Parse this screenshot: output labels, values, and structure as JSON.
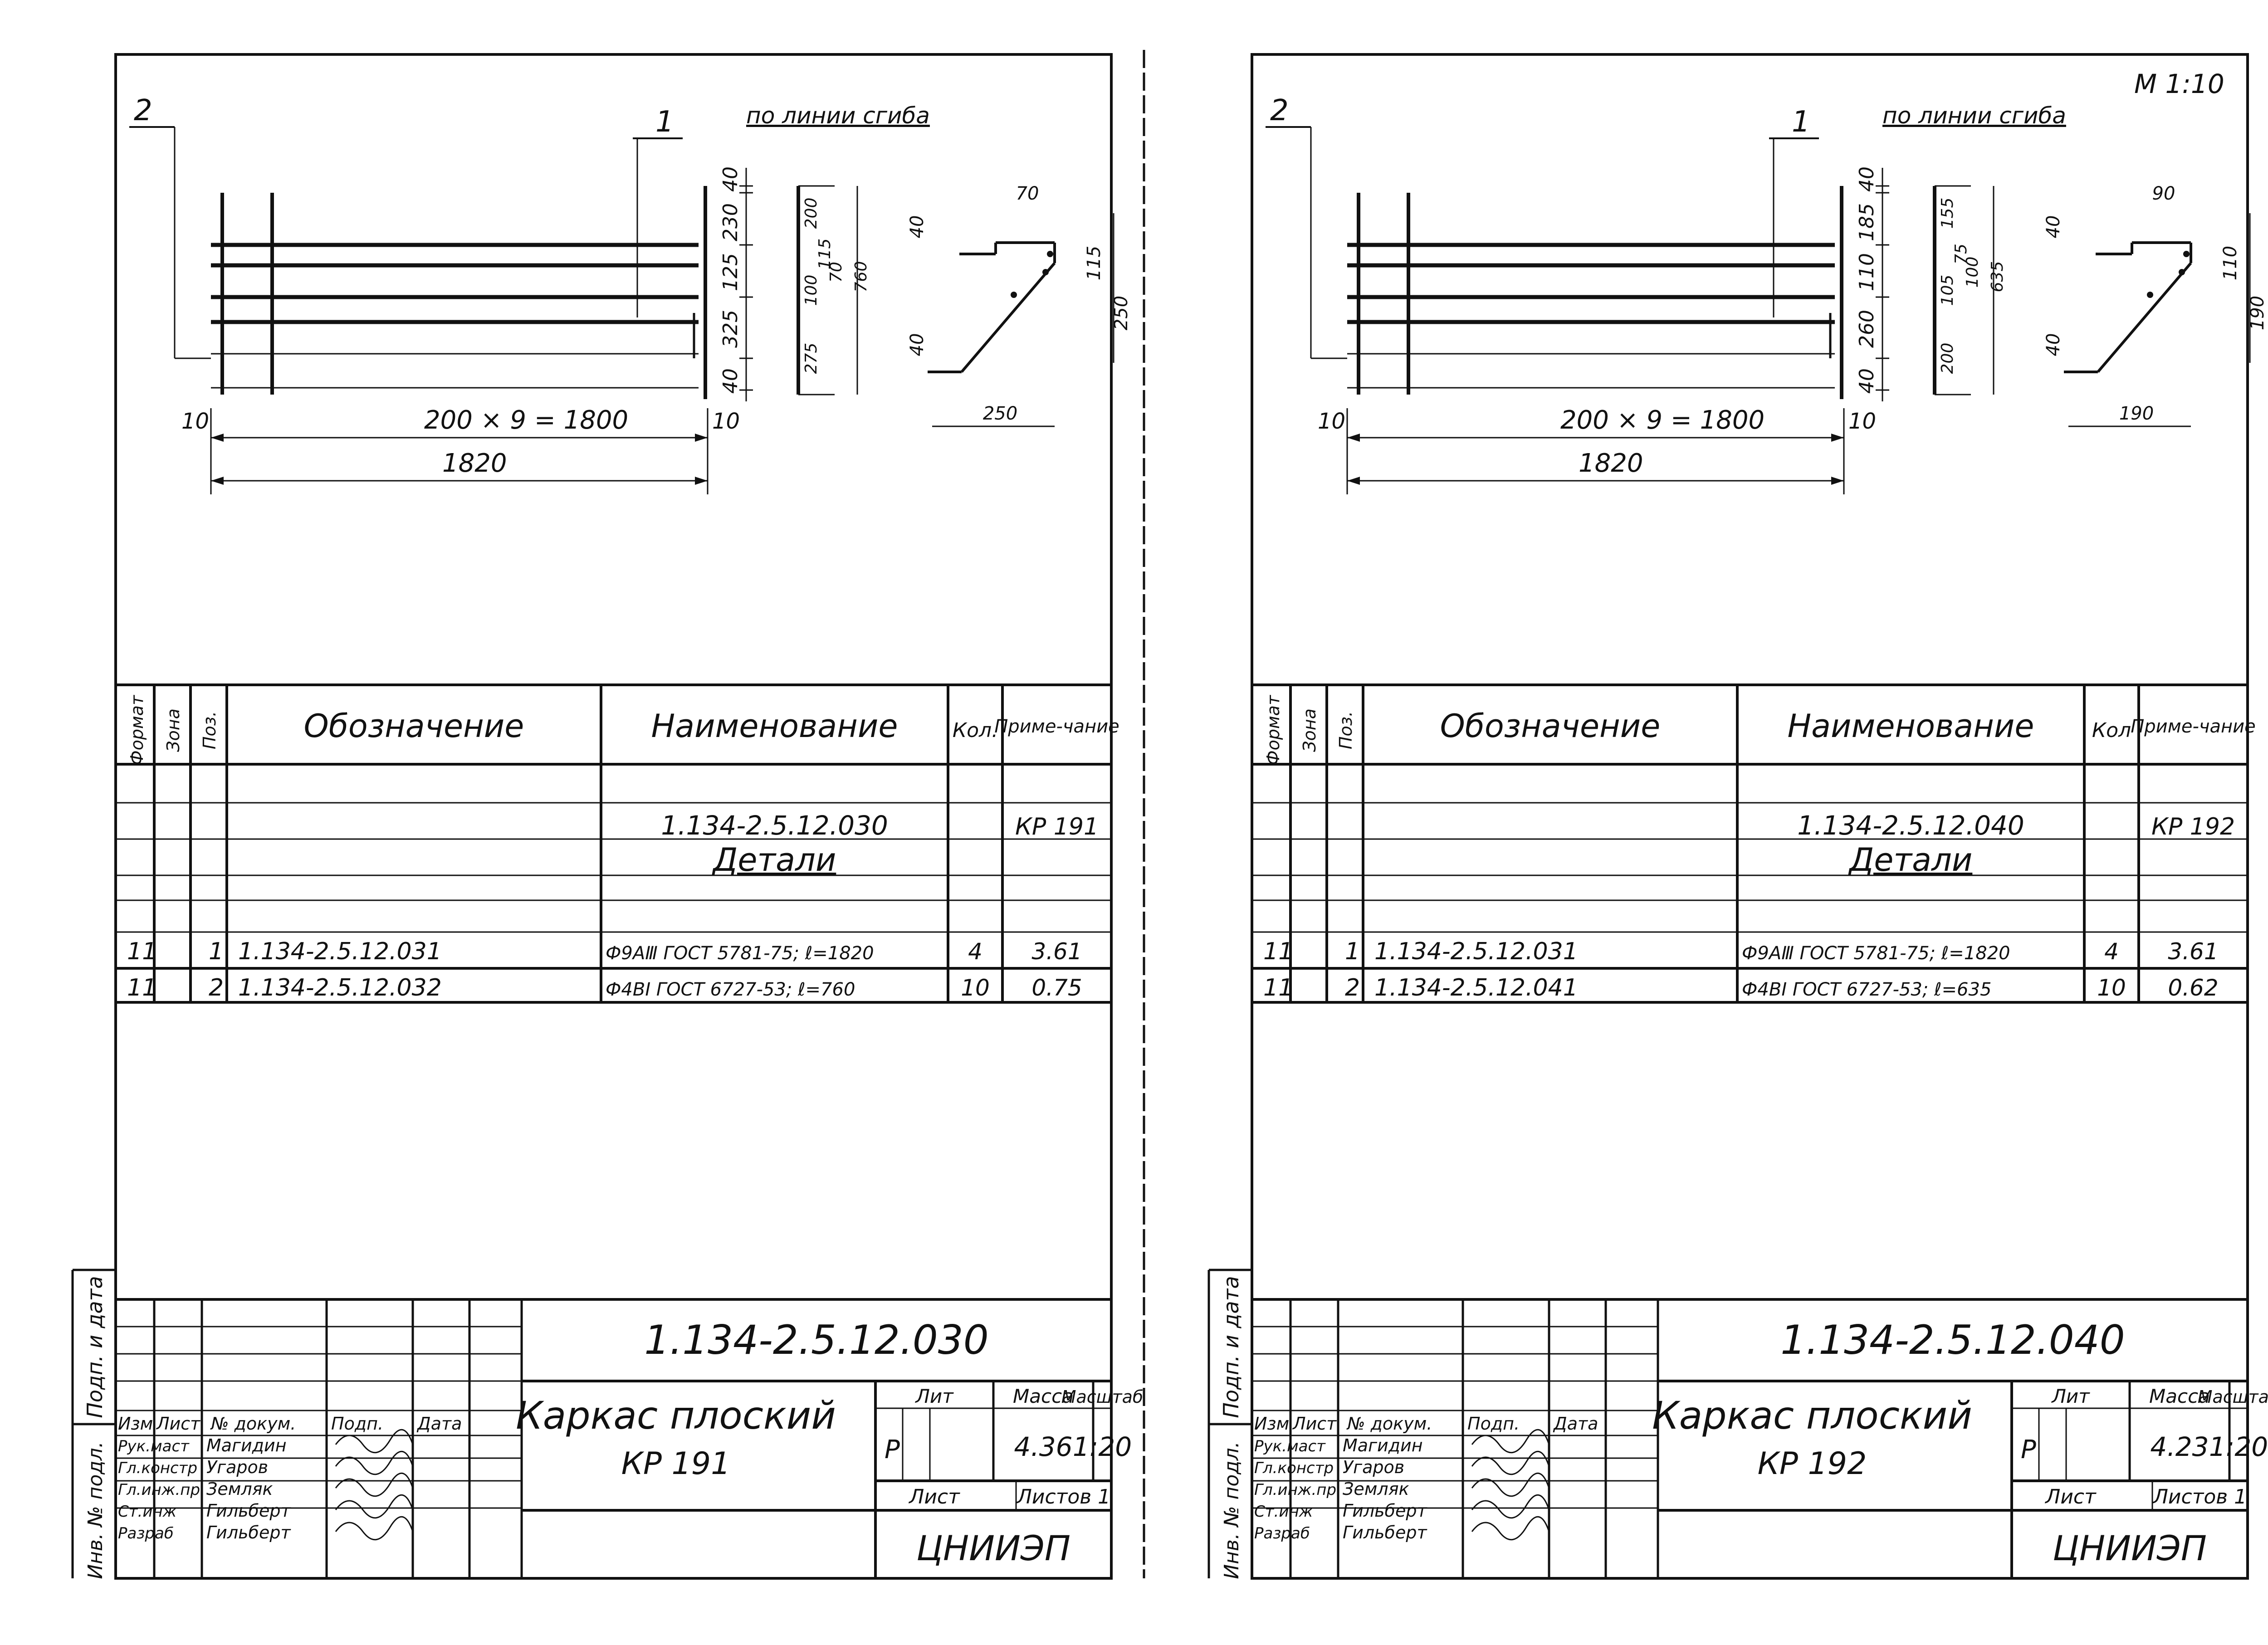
{
  "sheets": [
    {
      "scale_note": "",
      "drawing": {
        "pos_2": "2",
        "pos_1": "1",
        "bend_note": "по линии сгиба",
        "dim_spacing": "200 × 9 = 1800",
        "dim_total": "1820",
        "dim_end_left": "10",
        "dim_end_right": "10",
        "dims_right": [
          "40",
          "230",
          "125",
          "325",
          "40"
        ],
        "dims_section": [
          "200",
          "115",
          "70",
          "100",
          "275",
          "760"
        ],
        "dims_bent": [
          "40",
          "70",
          "115",
          "250",
          "40",
          "250"
        ]
      },
      "spec": {
        "headers": {
          "format": "Формат",
          "zone": "Зона",
          "pos": "Поз.",
          "designation": "Обозначение",
          "name": "Наименование",
          "qty": "Кол.",
          "note": "Приме-чание"
        },
        "assembly_name": "1.134-2.5.12.030",
        "assembly_note": "КР 191",
        "section_title": "Детали",
        "rows": [
          {
            "format": "11",
            "pos": "1",
            "designation": "1.134-2.5.12.031",
            "name": "Ф9АⅢ ГОСТ 5781-75; ℓ=1820",
            "qty": "4",
            "note": "3.61"
          },
          {
            "format": "11",
            "pos": "2",
            "designation": "1.134-2.5.12.032",
            "name": "Ф4ВⅠ ГОСТ 6727-53; ℓ=760",
            "qty": "10",
            "note": "0.75"
          }
        ]
      },
      "title_block": {
        "code": "1.134-2.5.12.030",
        "title_line1": "Каркас плоский",
        "title_line2": "КР 191",
        "lit_label": "Лит",
        "mass_label": "Масса",
        "scale_label": "Масштаб",
        "lit_value": "Р",
        "mass_value": "4.36",
        "scale_value": "1:20",
        "sheet_label": "Лист",
        "sheets_label": "Листов 1",
        "org": "ЦНИИЭП",
        "col_labels": [
          "Изм",
          "Лист",
          "№ докум.",
          "Подп.",
          "Дата"
        ],
        "people": [
          {
            "role": "Рук.маст",
            "name": "Магидин"
          },
          {
            "role": "Гл.констр",
            "name": "Угаров"
          },
          {
            "role": "Гл.инж.пр",
            "name": "Земляк"
          },
          {
            "role": "Ст.инж",
            "name": "Гильберт"
          },
          {
            "role": "Разраб",
            "name": "Гильберт"
          }
        ]
      }
    },
    {
      "scale_note": "М 1:10",
      "drawing": {
        "pos_2": "2",
        "pos_1": "1",
        "bend_note": "по линии сгиба",
        "dim_spacing": "200 × 9 = 1800",
        "dim_total": "1820",
        "dim_end_left": "10",
        "dim_end_right": "10",
        "dims_right": [
          "40",
          "185",
          "110",
          "260",
          "40"
        ],
        "dims_section": [
          "155",
          "75",
          "100",
          "105",
          "200",
          "635"
        ],
        "dims_bent": [
          "40",
          "90",
          "110",
          "190",
          "40",
          "190"
        ]
      },
      "spec": {
        "headers": {
          "format": "Формат",
          "zone": "Зона",
          "pos": "Поз.",
          "designation": "Обозначение",
          "name": "Наименование",
          "qty": "Кол",
          "note": "Приме-чание"
        },
        "assembly_name": "1.134-2.5.12.040",
        "assembly_note": "КР 192",
        "section_title": "Детали",
        "rows": [
          {
            "format": "11",
            "pos": "1",
            "designation": "1.134-2.5.12.031",
            "name": "Ф9АⅢ ГОСТ 5781-75; ℓ=1820",
            "qty": "4",
            "note": "3.61"
          },
          {
            "format": "11",
            "pos": "2",
            "designation": "1.134-2.5.12.041",
            "name": "Ф4ВⅠ ГОСТ 6727-53; ℓ=635",
            "qty": "10",
            "note": "0.62"
          }
        ]
      },
      "title_block": {
        "code": "1.134-2.5.12.040",
        "title_line1": "Каркас плоский",
        "title_line2": "КР 192",
        "lit_label": "Лит",
        "mass_label": "Масса",
        "scale_label": "Масштаб",
        "lit_value": "Р",
        "mass_value": "4.23",
        "scale_value": "1:20",
        "sheet_label": "Лист",
        "sheets_label": "Листов 1",
        "org": "ЦНИИЭП",
        "col_labels": [
          "Изм",
          "Лист",
          "№ докум.",
          "Подп.",
          "Дата"
        ],
        "people": [
          {
            "role": "Рук.маст",
            "name": "Магидин"
          },
          {
            "role": "Гл.констр",
            "name": "Угаров"
          },
          {
            "role": "Гл.инж.пр",
            "name": "Земляк"
          },
          {
            "role": "Ст.инж",
            "name": "Гильберт"
          },
          {
            "role": "Разраб",
            "name": "Гильберт"
          }
        ]
      }
    }
  ],
  "margin_labels": {
    "sign_date": "Подп. и дата",
    "inv_no": "Инв. № подл."
  }
}
